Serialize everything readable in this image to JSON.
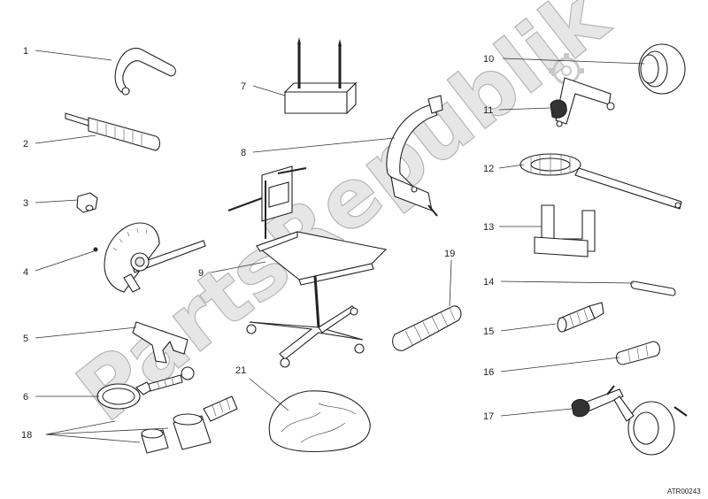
{
  "diagram": {
    "reference_code": "ATR00243",
    "watermark_text": "PartsRepublik",
    "callouts": [
      {
        "id": "1",
        "label": "1"
      },
      {
        "id": "2",
        "label": "2"
      },
      {
        "id": "3",
        "label": "3"
      },
      {
        "id": "4",
        "label": "4"
      },
      {
        "id": "5",
        "label": "5"
      },
      {
        "id": "6",
        "label": "6"
      },
      {
        "id": "18",
        "label": "18"
      },
      {
        "id": "7",
        "label": "7"
      },
      {
        "id": "8",
        "label": "8"
      },
      {
        "id": "9",
        "label": "9"
      },
      {
        "id": "21",
        "label": "21"
      },
      {
        "id": "19",
        "label": "19"
      },
      {
        "id": "10",
        "label": "10"
      },
      {
        "id": "11",
        "label": "11"
      },
      {
        "id": "12",
        "label": "12"
      },
      {
        "id": "13",
        "label": "13"
      },
      {
        "id": "14",
        "label": "14"
      },
      {
        "id": "15",
        "label": "15"
      },
      {
        "id": "16",
        "label": "16"
      },
      {
        "id": "17",
        "label": "17"
      }
    ],
    "colors": {
      "line": "#222222",
      "watermark": "#d2d2d2",
      "background": "#ffffff"
    }
  }
}
